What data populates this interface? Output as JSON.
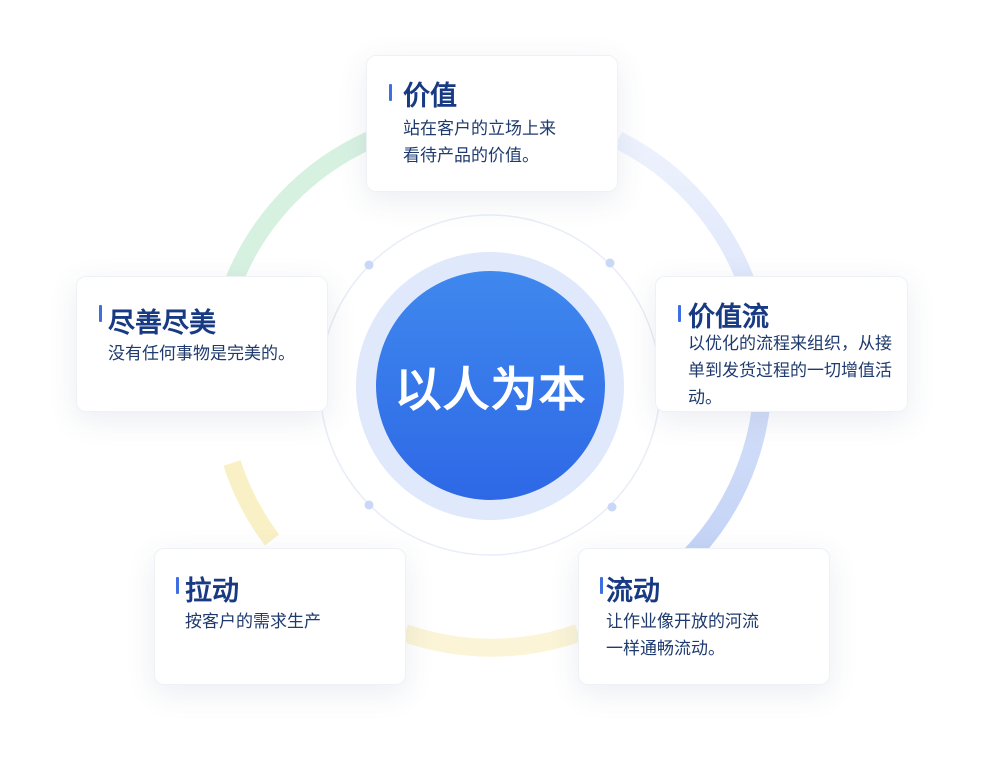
{
  "center": {
    "text": "以人为本"
  },
  "colors": {
    "center": "#2f6fe8",
    "title": "#173a82",
    "accent_bar": "#3d6fe0",
    "ring_green": "#d4f0df",
    "ring_blue": "#c8d7f7",
    "ring_yellow": "#f8efc1"
  },
  "cards": [
    {
      "title": "价值",
      "desc_lines": [
        "站在客户的立场上来",
        "看待产品的价值。"
      ]
    },
    {
      "title": "价值流",
      "desc_lines": [
        "以优化的流程来组织，从接",
        "单到发货过程的一切增值活",
        "动。"
      ]
    },
    {
      "title": "流动",
      "desc_lines": [
        "让作业像开放的河流",
        "一样通畅流动。"
      ]
    },
    {
      "title": "拉动",
      "desc_lines": [
        "按客户的需求生产"
      ]
    },
    {
      "title": "尽善尽美",
      "desc_lines": [
        "没有任何事物是完美的。"
      ]
    }
  ]
}
